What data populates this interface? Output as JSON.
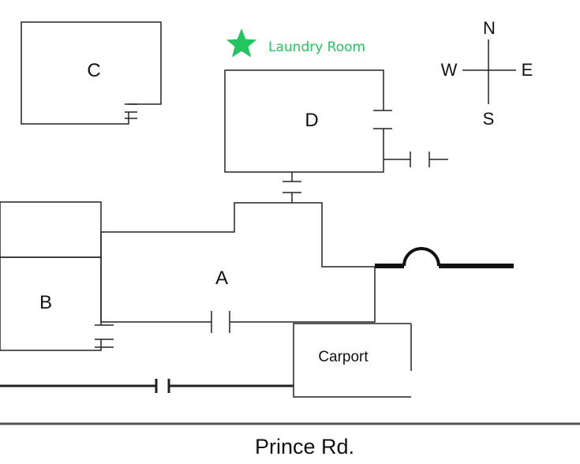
{
  "buildings": {
    "a": "A",
    "b": "B",
    "c": "C",
    "d": "D",
    "carport": "Carport"
  },
  "laundry": {
    "label": "Laundry Room",
    "color": "#22c55e",
    "icon": "star-icon"
  },
  "compass": {
    "north": "N",
    "south": "S",
    "east": "E",
    "west": "W"
  },
  "road": {
    "label": "Prince Rd."
  }
}
